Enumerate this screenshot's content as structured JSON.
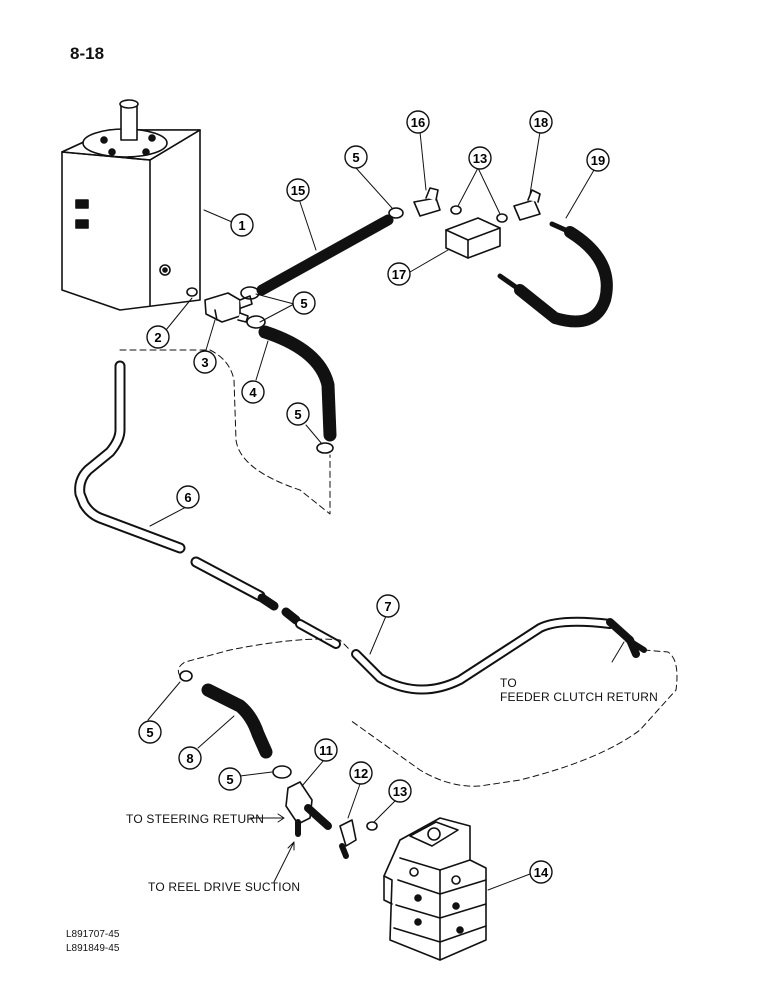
{
  "page_number": "8-18",
  "callouts": [
    "1",
    "2",
    "3",
    "4",
    "5",
    "5",
    "5",
    "5",
    "6",
    "7",
    "5",
    "8",
    "5",
    "11",
    "12",
    "13",
    "14",
    "15",
    "16",
    "13",
    "17",
    "18",
    "19"
  ],
  "annotations": {
    "feeder_to": "TO",
    "feeder_clutch_return": "FEEDER CLUTCH RETURN",
    "steering_return": "TO STEERING RETURN",
    "reel_drive_suction": "TO REEL DRIVE SUCTION"
  },
  "references": [
    "L891707-45",
    "L891849-45"
  ]
}
